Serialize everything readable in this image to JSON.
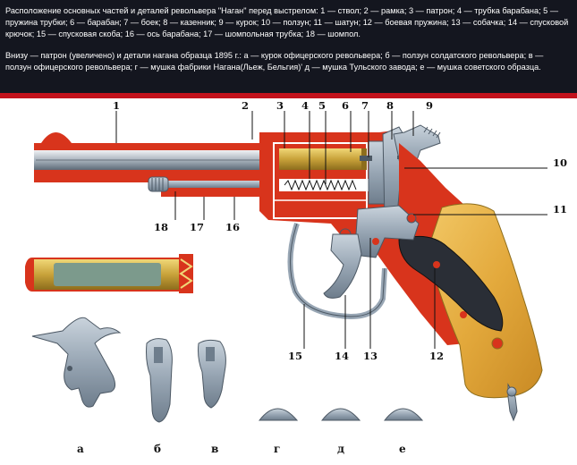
{
  "caption": {
    "parts_text": "Расположение основных частей и деталей револьвера \"Наган\" перед выстрелом: 1 — ствол; 2 — рамка; 3 — патрон; 4 — трубка барабана; 5 — пружина трубки; 6 — барабан; 7 — боек; 8 — казенник; 9 — курок; 10 — ползун; 11 — шатун; 12 — боевая пружина; 13 — собачка; 14 — спусковой крючок; 15 — спусковая скоба; 16 — ось барабана; 17 — шомпольная трубка; 18 — шомпол.",
    "bottom_text": "Внизу — патрон (увеличено) и детали нагана образца 1895 г.: а — курок офицерского револьвера; б — ползун солдатского револьвера; в — ползун офицерского револьвера; г — мушка фабрики Нагана(Льеж, Бельгия)' д — мушка Тульского завода; е — мушка советского образца."
  },
  "callouts": [
    "1",
    "2",
    "3",
    "4",
    "5",
    "6",
    "7",
    "8",
    "9",
    "10",
    "11",
    "12",
    "13",
    "14",
    "15",
    "16",
    "17",
    "18"
  ],
  "detail_letters": [
    "а",
    "б",
    "в",
    "г",
    "д",
    "е"
  ],
  "colors": {
    "caption_bg": "#14161f",
    "stripe": "#c3121c",
    "frame_red": "#d8341c",
    "steel": "#98a6b4",
    "grip_wood": "#e3a93c",
    "brass": "#c8a23a"
  }
}
